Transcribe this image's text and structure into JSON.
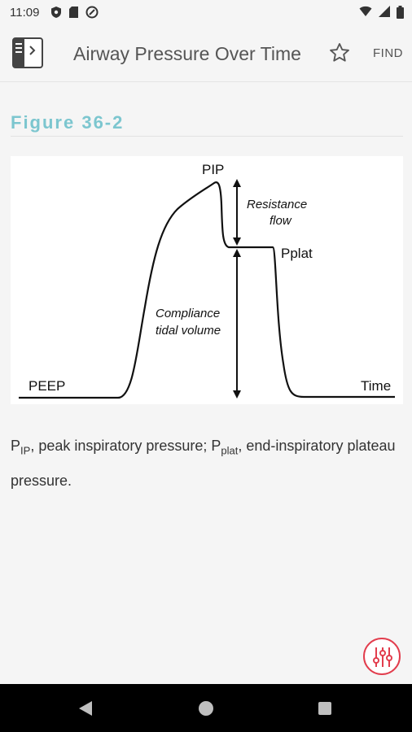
{
  "status_bar": {
    "time": "11:09"
  },
  "app_bar": {
    "title": "Airway Pressure Over Time",
    "find_label": "FIND"
  },
  "content": {
    "figure_title": "Figure 36-2",
    "figure": {
      "labels": {
        "pip": "PIP",
        "pplat": "Pplat",
        "peep": "PEEP",
        "time": "Time",
        "resistance_1": "Resistance",
        "resistance_2": "flow",
        "compliance_1": "Compliance",
        "compliance_2": "tidal volume"
      }
    },
    "caption": {
      "p1": "P",
      "sub1": "IP",
      "t1": ", peak inspiratory pressure; P",
      "sub2": "plat",
      "t2": ", end-inspiratory plateau pressure."
    }
  },
  "colors": {
    "accent": "#7cc6cf",
    "fab_red": "#e23d4d"
  }
}
